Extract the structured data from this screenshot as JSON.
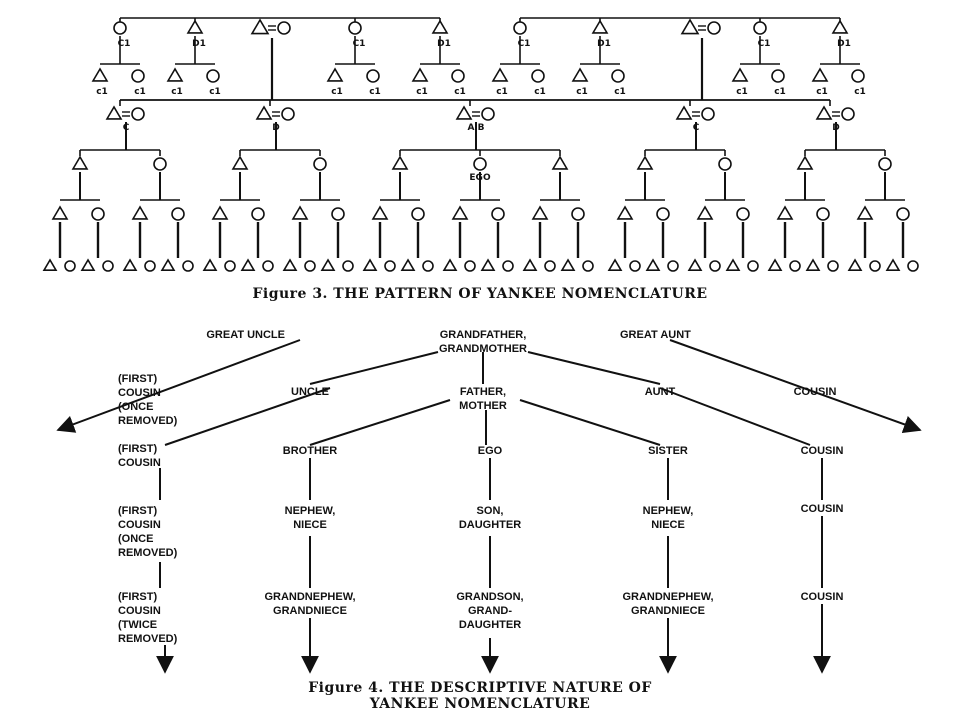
{
  "figure3": {
    "caption": "Figure 3. THE PATTERN OF YANKEE NOMENCLATURE",
    "gen1_labels": [
      "C1",
      "D1",
      "C1",
      "D1",
      "C1",
      "D1",
      "C1",
      "D1"
    ],
    "gen2_labels": [
      "C",
      "D",
      "A",
      "B",
      "C",
      "D"
    ],
    "ego_label": "EGO",
    "symbol_legend": {
      "male": "triangle",
      "female": "circle",
      "marriage": "="
    }
  },
  "figure4": {
    "caption_line1": "Figure 4. THE DESCRIPTIVE NATURE OF",
    "caption_line2": "YANKEE NOMENCLATURE",
    "nodes": {
      "great_uncle": "GREAT UNCLE",
      "grandparents_1": "GRANDFATHER,",
      "grandparents_2": "GRANDMOTHER",
      "great_aunt": "GREAT AUNT",
      "left_cousin_1": "(FIRST)",
      "left_cousin_2": "COUSIN",
      "left_cousin_3": "(ONCE",
      "left_cousin_4": "REMOVED)",
      "uncle": "UNCLE",
      "parents_1": "FATHER,",
      "parents_2": "MOTHER",
      "aunt": "AUNT",
      "right_cousin_top": "COUSIN",
      "col1_r1_1": "(FIRST)",
      "col1_r1_2": "COUSIN",
      "col1_r2_1": "(FIRST)",
      "col1_r2_2": "COUSIN",
      "col1_r2_3": "(ONCE",
      "col1_r2_4": "REMOVED)",
      "col1_r3_1": "(FIRST)",
      "col1_r3_2": "COUSIN",
      "col1_r3_3": "(TWICE",
      "col1_r3_4": "REMOVED)",
      "brother": "BROTHER",
      "ego": "EGO",
      "sister": "SISTER",
      "col5_r1": "COUSIN",
      "nephew_niece_1a": "NEPHEW,",
      "nephew_niece_1b": "NIECE",
      "son_daughter_a": "SON,",
      "son_daughter_b": "DAUGHTER",
      "nephew_niece_2a": "NEPHEW,",
      "nephew_niece_2b": "NIECE",
      "col5_r2": "COUSIN",
      "grandnephew_1a": "GRANDNEPHEW,",
      "grandnephew_1b": "GRANDNIECE",
      "grandson_a": "GRANDSON,",
      "grandson_b": "GRAND-",
      "grandson_c": "DAUGHTER",
      "grandnephew_2a": "GRANDNEPHEW,",
      "grandnephew_2b": "GRANDNIECE",
      "col5_r3": "COUSIN"
    }
  }
}
